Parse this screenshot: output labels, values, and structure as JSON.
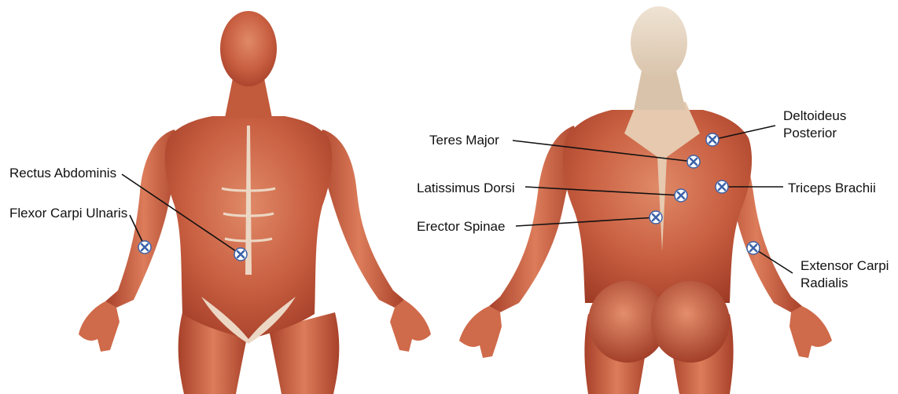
{
  "colors": {
    "muscle_dark": "#a8412a",
    "muscle_mid": "#cd6446",
    "muscle_light": "#e6906f",
    "tendon": "#ecd7c4",
    "background": "#ffffff",
    "marker_fill": "#ffffff",
    "marker_stroke": "#3c62a8",
    "leader_line": "#111111"
  },
  "marker_icon": "x-electrode-marker-icon",
  "front_view": {
    "labels": {
      "rectus_abdominis": "Rectus Abdominis",
      "flexor_carpi_ulnaris": "Flexor Carpi Ulnaris"
    }
  },
  "back_view": {
    "labels": {
      "teres_major": "Teres Major",
      "latissimus_dorsi": "Latissimus Dorsi",
      "erector_spinae": "Erector Spinae",
      "deltoideus_posterior": [
        "Deltoideus",
        "Posterior"
      ],
      "triceps_brachii": "Triceps Brachii",
      "extensor_carpi_radialis": [
        "Extensor Carpi",
        "Radialis"
      ]
    }
  }
}
